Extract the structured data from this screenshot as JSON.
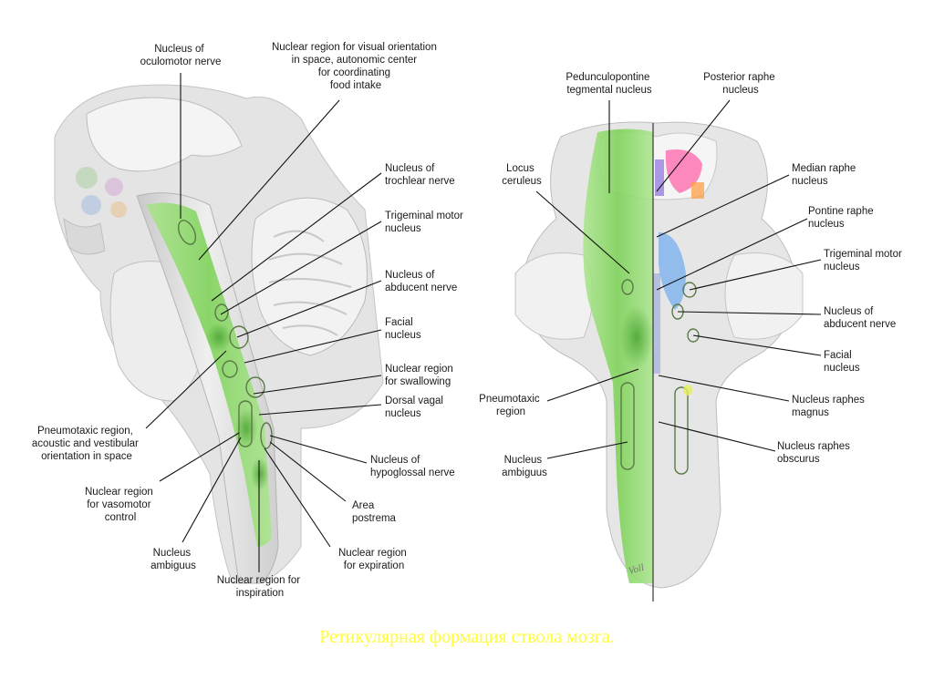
{
  "colors": {
    "background": "#ffffff",
    "tissue": "#d8d8d8",
    "tissue_light": "#ececec",
    "reticular_green": "#8fdc6a",
    "reticular_green_dark": "#5fb848",
    "raphe_blue": "#5aa0ee",
    "raphe_purple": "#7a5ad8",
    "raphe_pink": "#ff4fa0",
    "raphe_orange": "#ff9a3a",
    "caption": "#ffff33"
  },
  "left_view": {
    "labels": {
      "oculomotor": [
        "Nucleus of",
        "oculomotor nerve"
      ],
      "visual": [
        "Nuclear region for visual orientation",
        "in space, autonomic center",
        "for coordinating",
        "food intake"
      ],
      "trochlear": [
        "Nucleus of",
        "trochlear nerve"
      ],
      "trigeminal": [
        "Trigeminal motor",
        "nucleus"
      ],
      "abducent": [
        "Nucleus of",
        "abducent nerve"
      ],
      "facial": [
        "Facial",
        "nucleus"
      ],
      "swallowing": [
        "Nuclear region",
        "for swallowing"
      ],
      "dorsal_vagal": [
        "Dorsal vagal",
        "nucleus"
      ],
      "pneumotaxic": [
        "Pneumotaxic region,",
        "acoustic and vestibular",
        "orientation in space"
      ],
      "hypoglossal": [
        "Nucleus of",
        "hypoglossal nerve"
      ],
      "vasomotor": [
        "Nuclear region",
        "for vasomotor",
        "control"
      ],
      "area_postrema": [
        "Area",
        "postrema"
      ],
      "ambiguus": [
        "Nucleus",
        "ambiguus"
      ],
      "expiration": [
        "Nuclear region",
        "for expiration"
      ],
      "inspiration": [
        "Nuclear region for",
        "inspiration"
      ]
    }
  },
  "right_view": {
    "labels": {
      "pedunculopontine": [
        "Pedunculopontine",
        "tegmental nucleus"
      ],
      "posterior_raphe": [
        "Posterior raphe",
        "nucleus"
      ],
      "locus": [
        "Locus",
        "ceruleus"
      ],
      "median_raphe": [
        "Median raphe",
        "nucleus"
      ],
      "pontine_raphe": [
        "Pontine raphe",
        "nucleus"
      ],
      "trigeminal": [
        "Trigeminal motor",
        "nucleus"
      ],
      "abducent": [
        "Nucleus of",
        "abducent nerve"
      ],
      "facial": [
        "Facial",
        "nucleus"
      ],
      "pneumotaxic": [
        "Pneumotaxic",
        "region"
      ],
      "raphes_magnus": [
        "Nucleus raphes",
        "magnus"
      ],
      "ambiguus": [
        "Nucleus",
        "ambiguus"
      ],
      "raphes_obscurus": [
        "Nucleus raphes",
        "obscurus"
      ]
    }
  },
  "signature": "Voll",
  "caption": "Ретикулярная формация ствола мозга."
}
